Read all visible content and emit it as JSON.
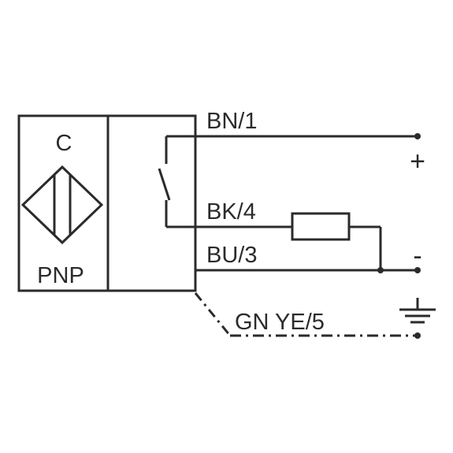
{
  "sensor": {
    "type_letter": "C",
    "output_type": "PNP"
  },
  "wires": {
    "brown": "BN/1",
    "black": "BK/4",
    "blue": "BU/3",
    "ground": "GN YE/5"
  },
  "terminals": {
    "positive": "+",
    "negative": "-"
  },
  "colors": {
    "line": "#2b2b2b",
    "background": "#ffffff"
  }
}
